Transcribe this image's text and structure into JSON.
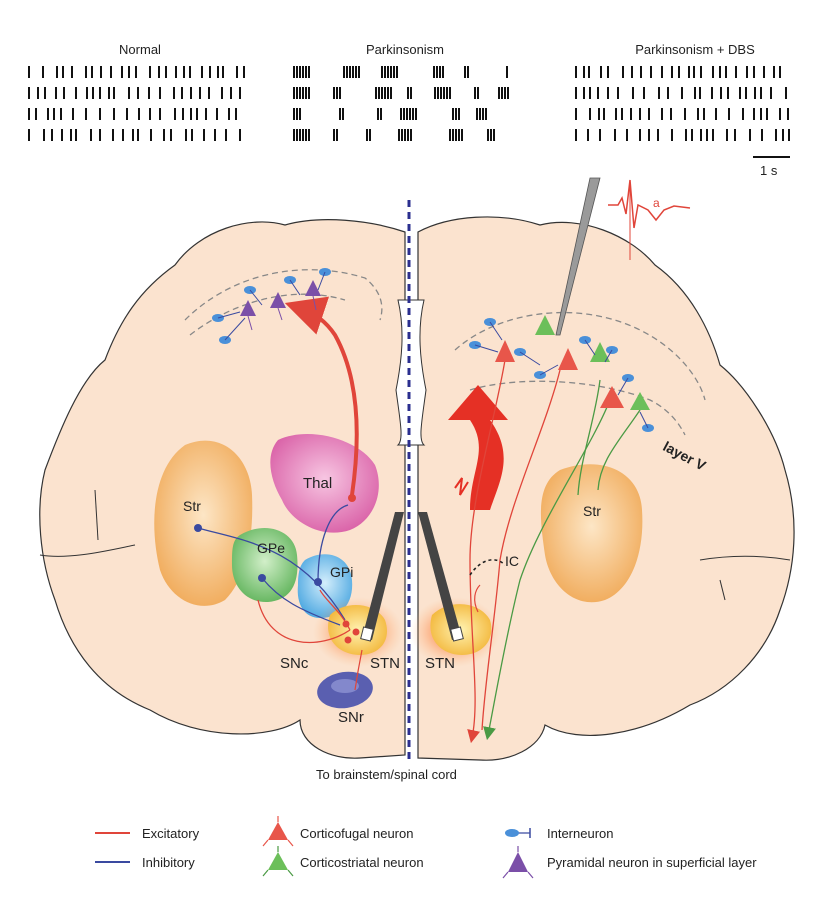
{
  "raster_titles": {
    "normal": "Normal",
    "parkinsonism": "Parkinsonism",
    "dbs": "Parkinsonism + DBS"
  },
  "scale_bar_label": "1 s",
  "spike_label": "a",
  "regions": {
    "thal": "Thal",
    "str_left": "Str",
    "gpe": "GPe",
    "gpi": "GPi",
    "snc": "SNc",
    "snr": "SNr",
    "stn_left": "STN",
    "stn_right": "STN",
    "ic": "IC",
    "layer_v": "layer V",
    "str_right": "Str"
  },
  "midline_label": "To brainstem/spinal cord",
  "legend": {
    "excitatory": "Excitatory",
    "inhibitory": "Inhibitory",
    "corticofugal": "Corticofugal neuron",
    "corticostriatal": "Corticostriatal neuron",
    "interneuron": "Interneuron",
    "pyramidal": "Pyramidal neuron in superficial layer"
  },
  "colors": {
    "excitatory": "#e0453a",
    "inhibitory": "#3a4aa0",
    "corticofugal": "#e8564a",
    "corticostriatal": "#6cbf5a",
    "interneuron": "#4a90d9",
    "pyramidal": "#7b4fa8",
    "brain_fill": "#fbe3cf",
    "str_fill": "#f2b366",
    "thal_fill": "#e079b8",
    "gpe_fill": "#7fc47a",
    "gpi_fill": "#6bb8e8",
    "stn_fill": "#f5c04a",
    "snr_fill": "#5a5fb0"
  }
}
